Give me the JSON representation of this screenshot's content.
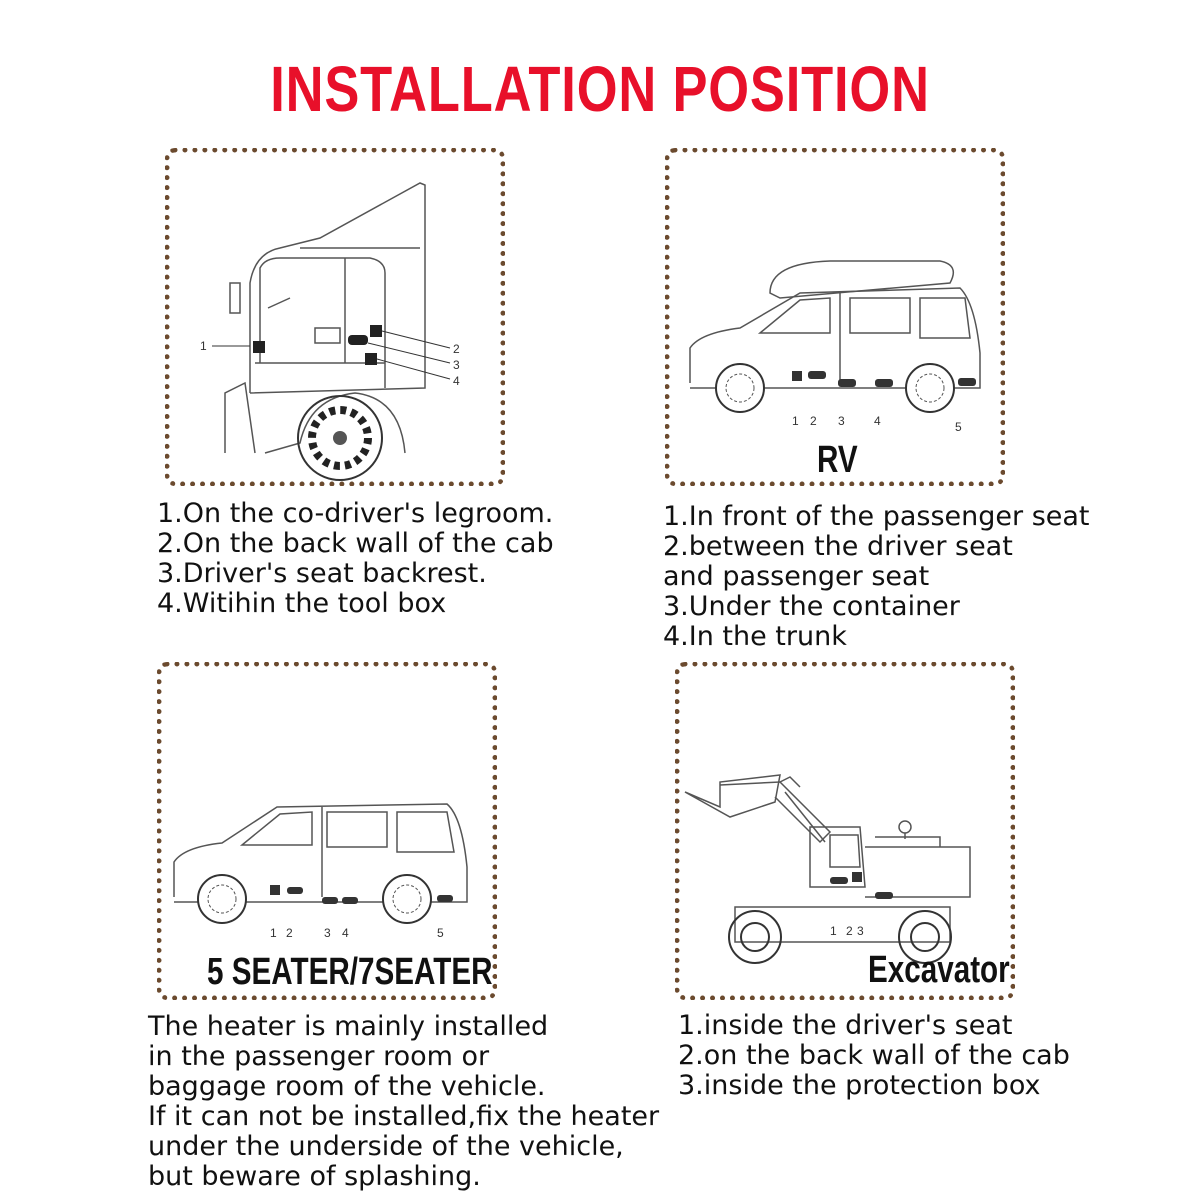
{
  "title": "INSTALLATION POSITION",
  "colors": {
    "title": "#e8102a",
    "border": "#6b4a2e"
  },
  "panels": {
    "truck": {
      "markers": [
        "1",
        "2",
        "3",
        "4"
      ],
      "lines": [
        "1.On the co-driver's legroom.",
        "2.On the back wall of the cab",
        "3.Driver's seat backrest.",
        "4.Witihin the tool box"
      ]
    },
    "rv": {
      "caption": "RV",
      "markers": [
        "1",
        "2",
        "3",
        "4",
        "5"
      ],
      "lines": [
        "1.In front of the passenger seat",
        "2.between the driver seat",
        "and passenger seat",
        "3.Under the container",
        "4.In the trunk"
      ]
    },
    "seater": {
      "caption": "5 SEATER/7SEATER",
      "markers": [
        "1",
        "2",
        "3",
        "4",
        "5"
      ],
      "lines": [
        "The heater is mainly installed",
        "in the passenger room or",
        "baggage room of the vehicle.",
        "If it can not be installed,fix the heater",
        "under the underside  of the vehicle,",
        "but beware of splashing."
      ]
    },
    "excavator": {
      "caption": "Excavator",
      "markers": [
        "1",
        "2",
        "3"
      ],
      "lines": [
        "1.inside the driver's seat",
        "2.on the back wall of the cab",
        "3.inside the protection box"
      ]
    }
  }
}
